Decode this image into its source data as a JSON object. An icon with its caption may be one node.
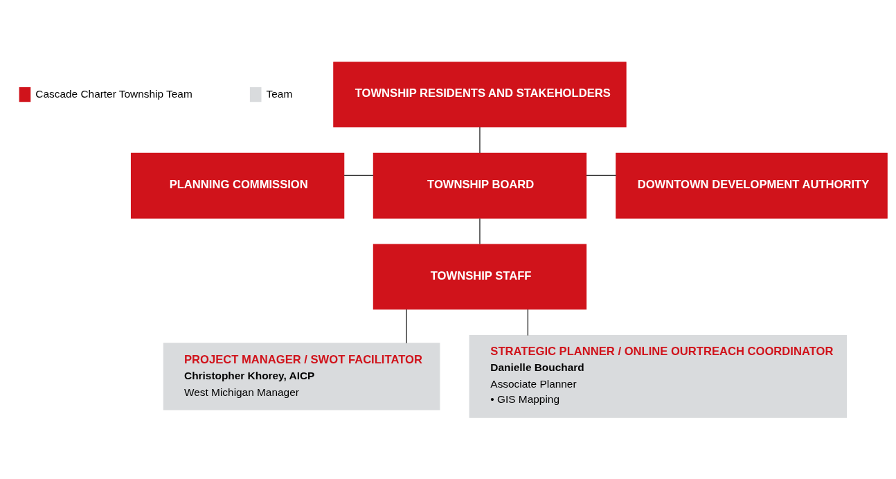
{
  "diagram": {
    "nodes": [
      {
        "text": [
          "TOWNSHIP RESIDENTS AND STAKEHOLDERS"
        ]
      },
      {
        "text": [
          "PLANNING COMMISSION"
        ]
      },
      {
        "text": [
          "TOWNSHIP BOARD"
        ]
      },
      {
        "text": [
          "DOWNTOWN DEVELOPMENT AUTHORITY"
        ]
      },
      {
        "text": [
          "TOWNSHIP STAFF"
        ]
      },
      {
        "text": [
          "PROJECT MANAGER / SWOT FACILITATOR",
          "Christopher Khorey, AICP",
          "West Michigan Manager"
        ]
      },
      {
        "text": [
          "STRATEGIC PLANNER / ONLINE OURTREACH COORDINATOR",
          "Danielle Bouchard",
          "Associate Planner",
          "• GIS Mapping"
        ]
      }
    ],
    "edges": [
      {
        "from": 0,
        "to": 2,
        "arrow": "none"
      },
      {
        "from": 1,
        "to": 2,
        "arrow": "none"
      },
      {
        "from": 2,
        "to": 3,
        "arrow": "none"
      },
      {
        "from": 2,
        "to": 4,
        "arrow": "none"
      },
      {
        "from": 4,
        "to": 5,
        "arrow": "none"
      },
      {
        "from": 4,
        "to": 6,
        "arrow": "none"
      }
    ],
    "legend": [
      {
        "text": "Cascade Charter Township Team",
        "color": "#d0131b"
      },
      {
        "text": "Team",
        "color": "#d9dbdd"
      }
    ]
  }
}
